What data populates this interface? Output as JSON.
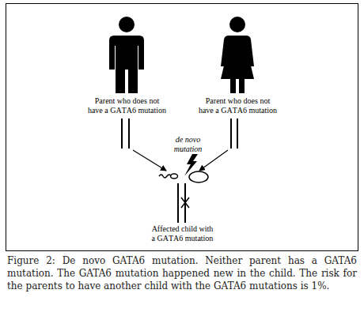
{
  "diagram": {
    "caption": "Figure 2: De novo GATA6 mutation. Neither parent has a GATA6 mutation. The GATA6 mutation happened new in the child. The risk for the parents to have another child with the GATA6 mutations is 1%.",
    "nodes": [
      {
        "text": [
          "Parent who does not have a GATA6 mutation"
        ]
      },
      {
        "text": [
          "Parent who does not have a GATA6 mutation"
        ]
      },
      {
        "text": [
          "Affected child with a GATA6 mutation"
        ]
      }
    ],
    "edges": [
      {
        "from": 0,
        "to": 2,
        "arrow": "to"
      },
      {
        "from": 1,
        "to": 2,
        "arrow": "to"
      }
    ],
    "labels": [
      "de novo mutation"
    ]
  }
}
